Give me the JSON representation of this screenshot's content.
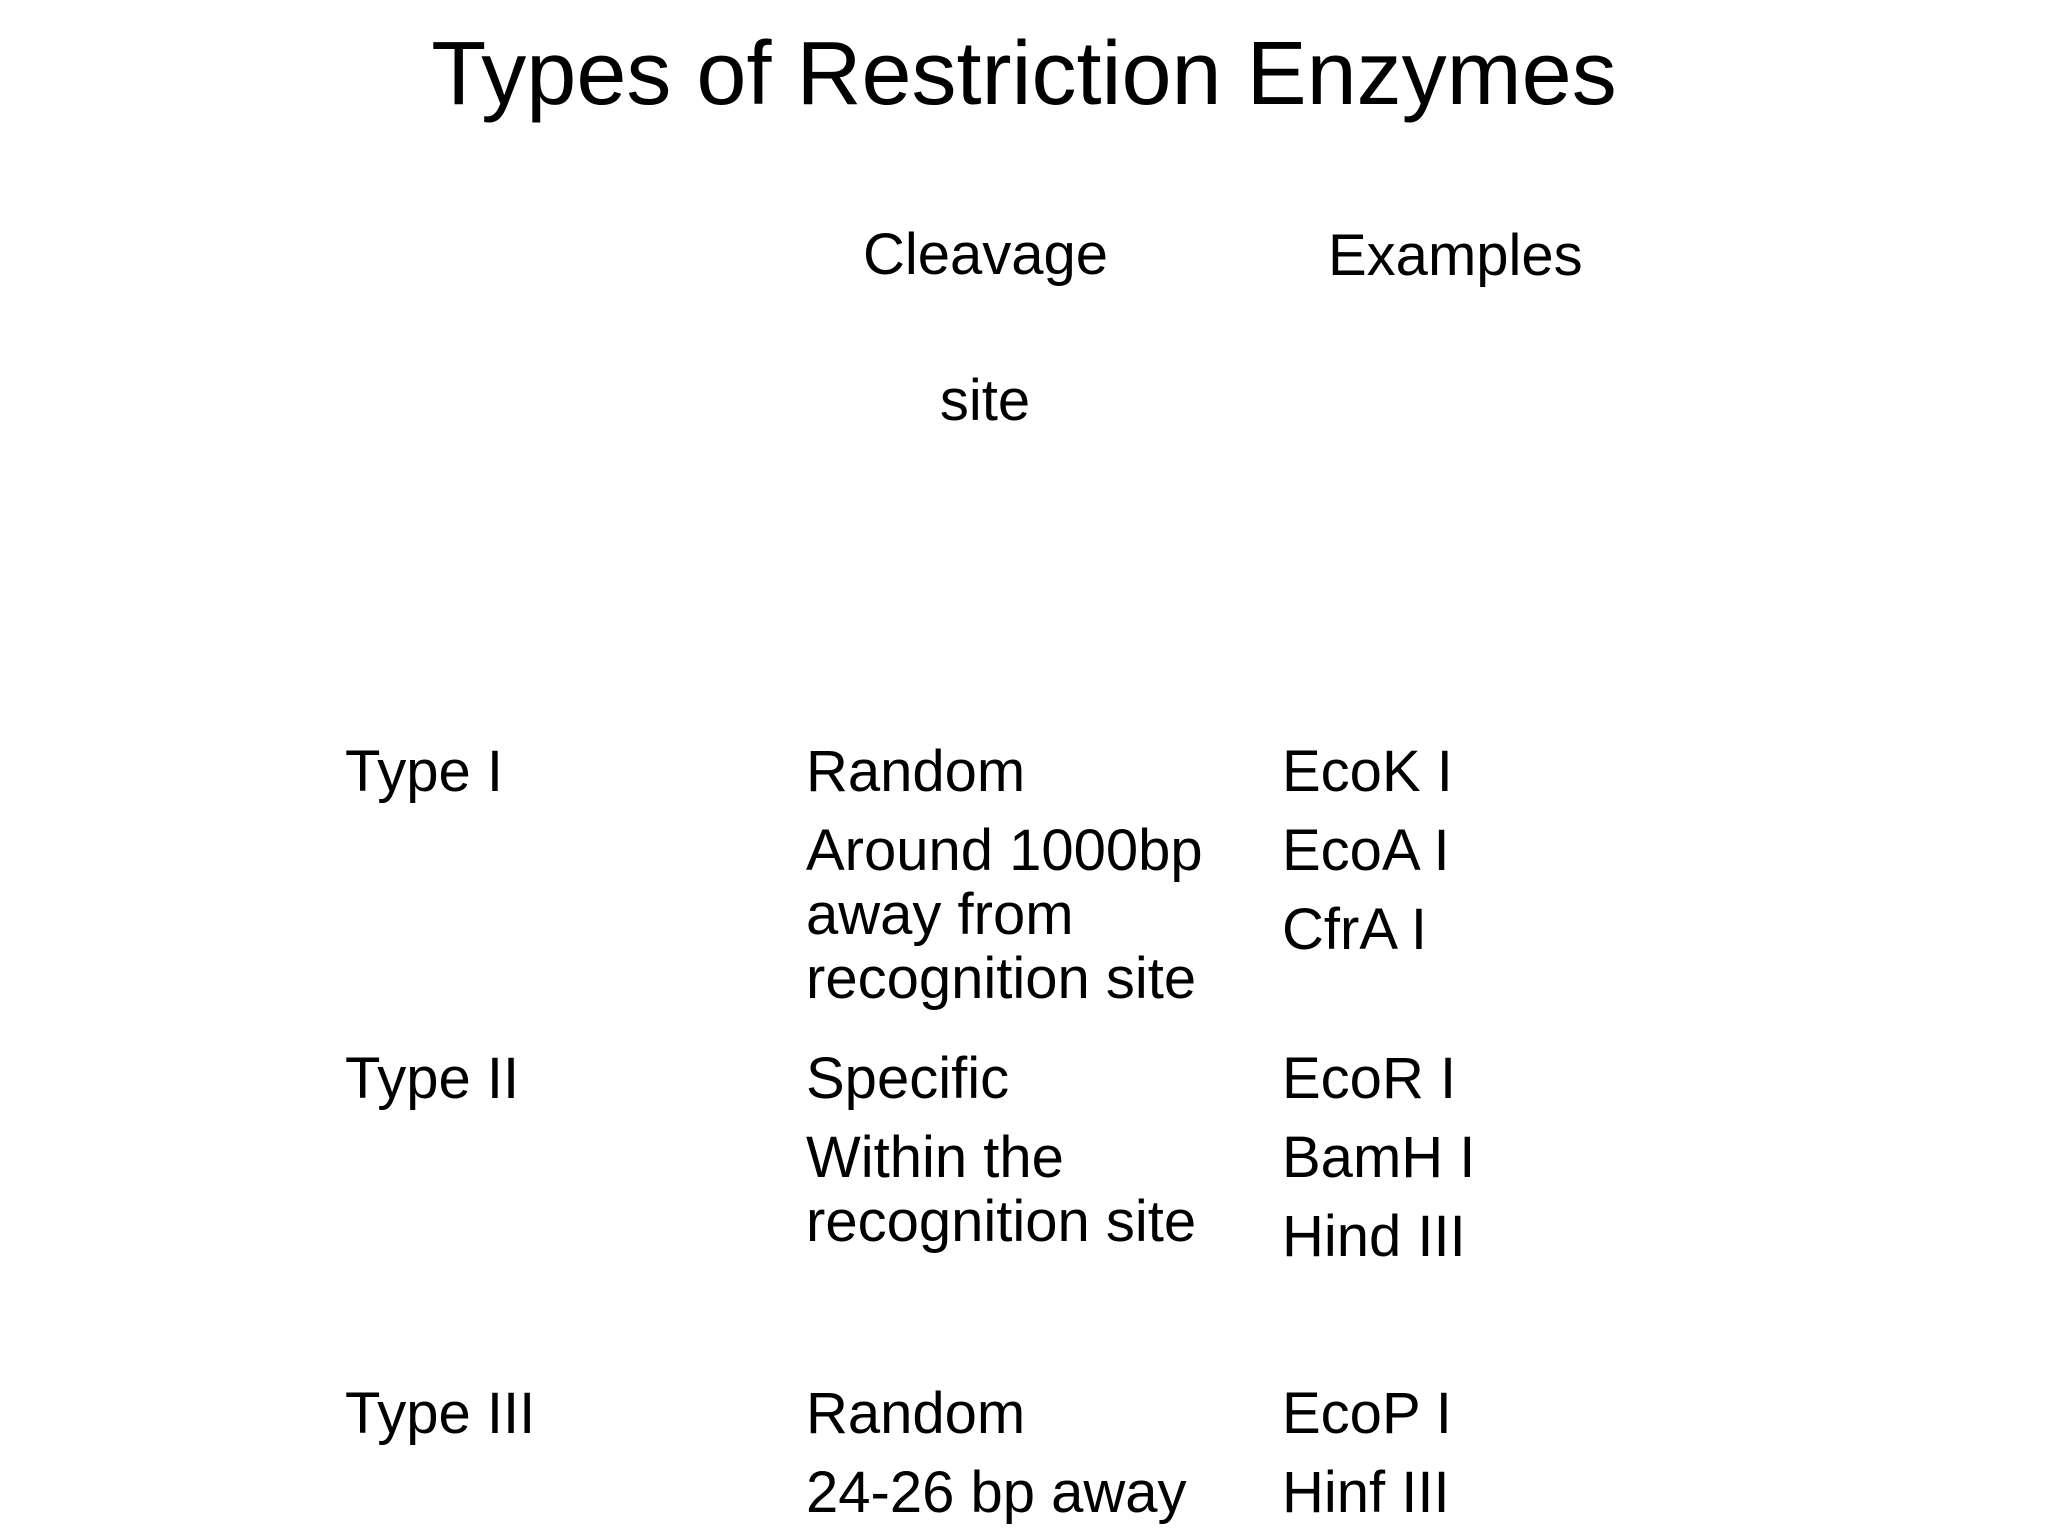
{
  "slide": {
    "title": "Types of Restriction Enzymes",
    "background_color": "#ffffff",
    "text_color": "#000000"
  },
  "table": {
    "headers": {
      "cleavage_line1": "Cleavage",
      "cleavage_line2": "site",
      "examples": "Examples"
    },
    "rows": [
      {
        "type_label": "Type I",
        "cleavage_primary": "Random",
        "cleavage_detail_lines": [
          "Around 1000bp",
          "away from",
          "recognition site"
        ],
        "examples": [
          "EcoK I",
          "EcoA I",
          "CfrA I"
        ]
      },
      {
        "type_label": "Type II",
        "cleavage_primary": "Specific",
        "cleavage_detail_lines": [
          "Within the",
          "recognition site"
        ],
        "examples": [
          "EcoR I",
          "BamH I",
          "Hind III"
        ]
      },
      {
        "type_label": "Type III",
        "cleavage_primary": "Random",
        "cleavage_detail_lines": [
          "24-26 bp away"
        ],
        "examples": [
          "EcoP I",
          "Hinf III"
        ]
      }
    ]
  }
}
